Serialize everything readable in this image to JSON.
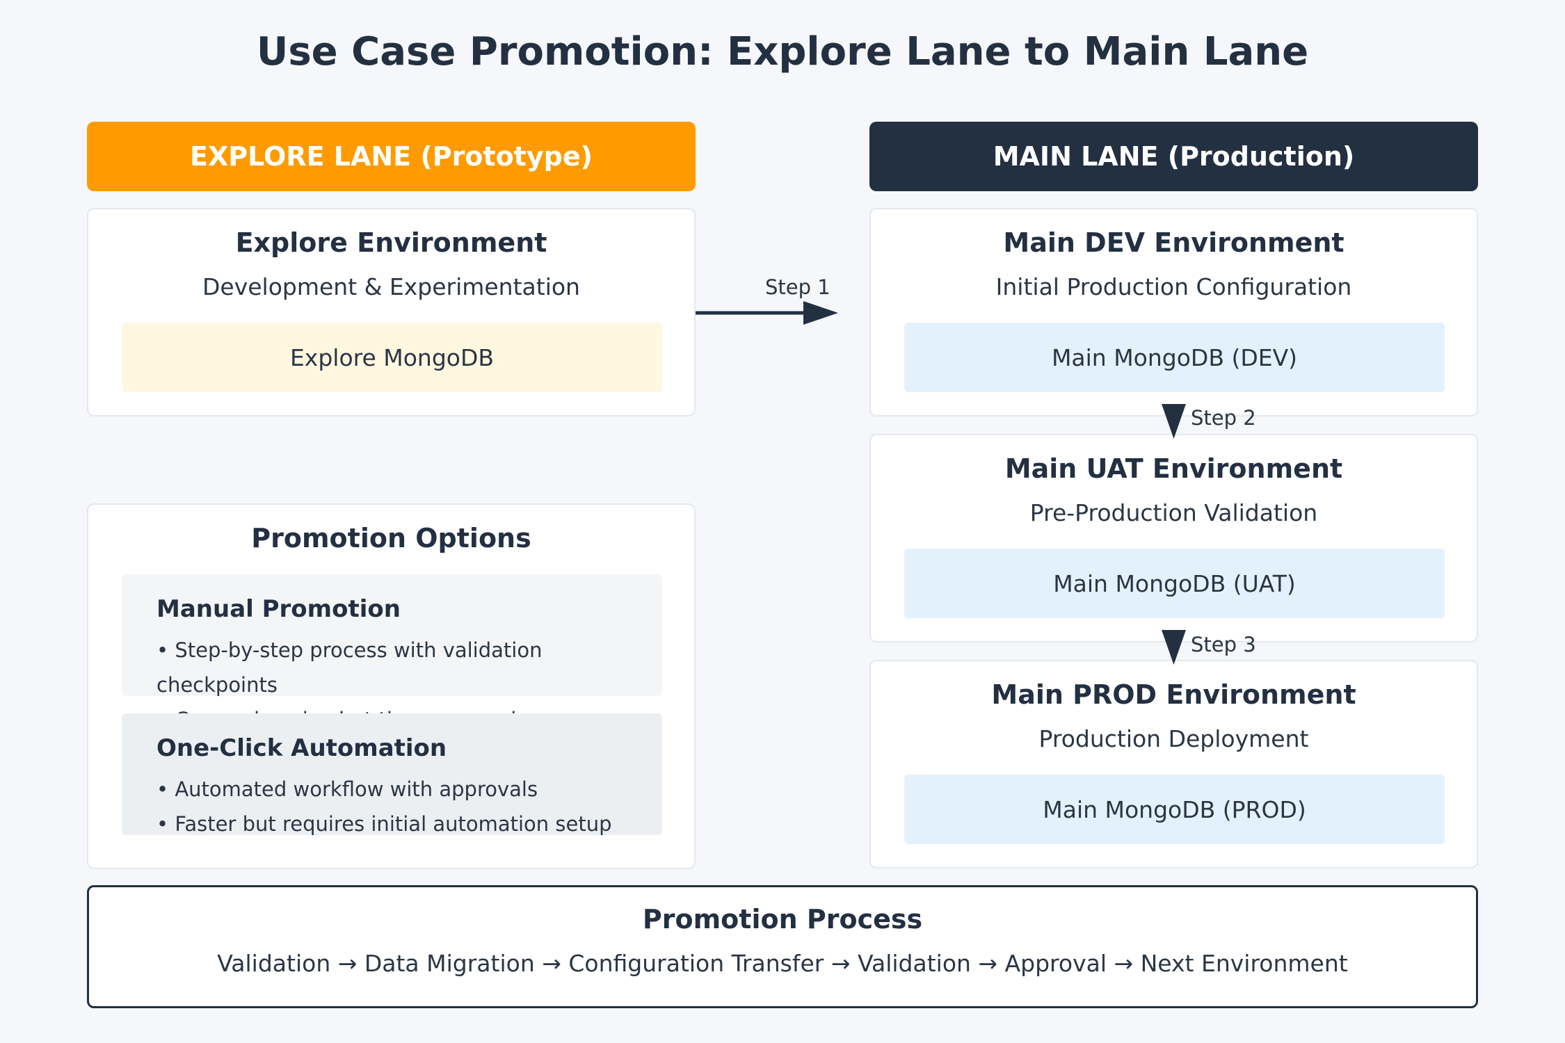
{
  "title": "Use Case Promotion: Explore Lane to Main Lane",
  "explore_lane": {
    "header": "EXPLORE LANE (Prototype)",
    "environment": {
      "title": "Explore Environment",
      "subtitle": "Development & Experimentation",
      "database": "Explore MongoDB"
    },
    "promotion_options": {
      "title": "Promotion Options",
      "options": [
        {
          "title": "Manual Promotion",
          "bullets": [
            "• Step-by-step process with validation checkpoints",
            "• Comprehensive but time-consuming"
          ]
        },
        {
          "title": "One-Click Automation",
          "bullets": [
            "• Automated workflow with approvals",
            "• Faster but requires initial automation setup"
          ]
        }
      ]
    }
  },
  "main_lane": {
    "header": "MAIN LANE (Production)",
    "environments": [
      {
        "title": "Main DEV Environment",
        "subtitle": "Initial Production Configuration",
        "database": "Main MongoDB (DEV)"
      },
      {
        "title": "Main UAT Environment",
        "subtitle": "Pre-Production Validation",
        "database": "Main MongoDB (UAT)"
      },
      {
        "title": "Main PROD Environment",
        "subtitle": "Production Deployment",
        "database": "Main MongoDB (PROD)"
      }
    ]
  },
  "steps": [
    "Step 1",
    "Step 2",
    "Step 3"
  ],
  "promotion_process": {
    "title": "Promotion Process",
    "flow": "Validation → Data Migration → Configuration Transfer → Validation → Approval → Next Environment"
  },
  "colors": {
    "explore_accent": "#ff9b00",
    "main_accent": "#233042",
    "explore_db_bg": "#fff7e0",
    "main_db_bg": "#e3f1fc"
  }
}
